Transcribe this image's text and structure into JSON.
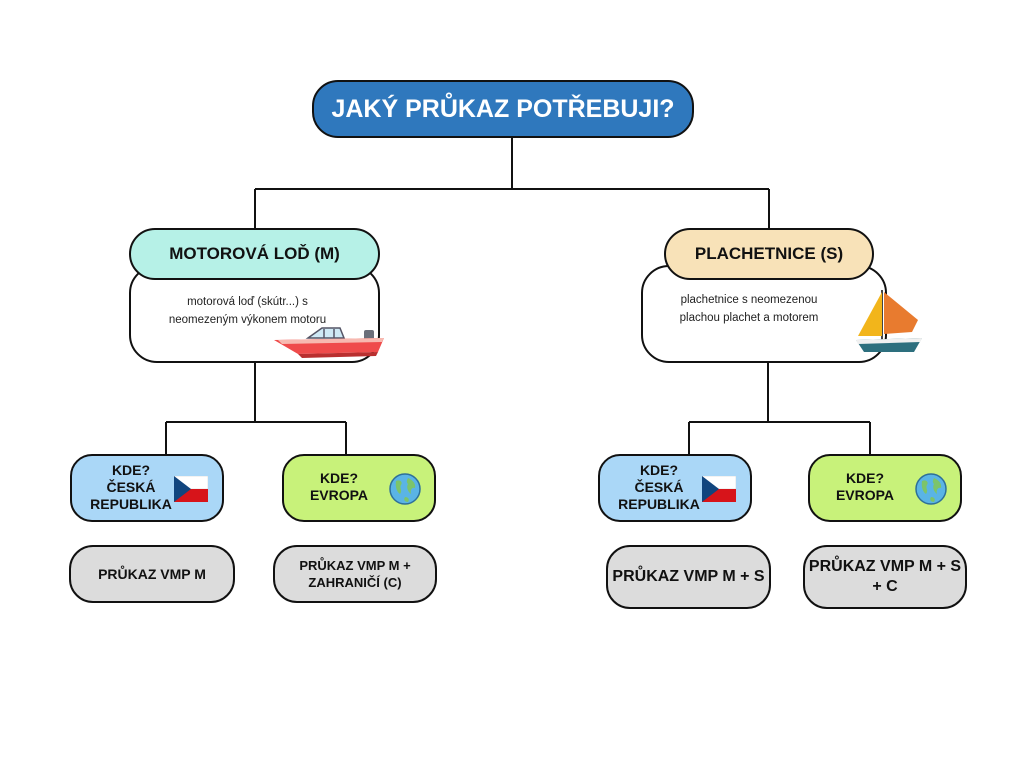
{
  "title": "JAKÝ PRŮKAZ POTŘEBUJI?",
  "branches": {
    "motor": {
      "title": "MOTOROVÁ LOĎ (M)",
      "description": "motorová loď (skútr...) s neomezeným výkonem motoru",
      "icon": "motorboat-icon",
      "options": [
        {
          "where": "KDE? ČESKÁ REPUBLIKA",
          "icon": "czech-flag-icon",
          "license": "PRŮKAZ VMP M"
        },
        {
          "where": "KDE? EVROPA",
          "icon": "globe-icon",
          "license": "PRŮKAZ VMP M + ZAHRANIČÍ (C)"
        }
      ]
    },
    "sail": {
      "title": "PLACHETNICE (S)",
      "description": "plachetnice s neomezenou plachou plachet a motorem",
      "icon": "sailboat-icon",
      "options": [
        {
          "where": "KDE? ČESKÁ REPUBLIKA",
          "icon": "czech-flag-icon",
          "license": "PRŮKAZ VMP M + S"
        },
        {
          "where": "KDE? EVROPA",
          "icon": "globe-icon",
          "license": "PRŮKAZ VMP M + S + C"
        }
      ]
    }
  },
  "colors": {
    "root": "#2f78bd",
    "motor": "#b6f1e7",
    "sail": "#f8e2b8",
    "czech": "#aad7f7",
    "europe": "#c8f27a",
    "license": "#dcdcdc"
  }
}
